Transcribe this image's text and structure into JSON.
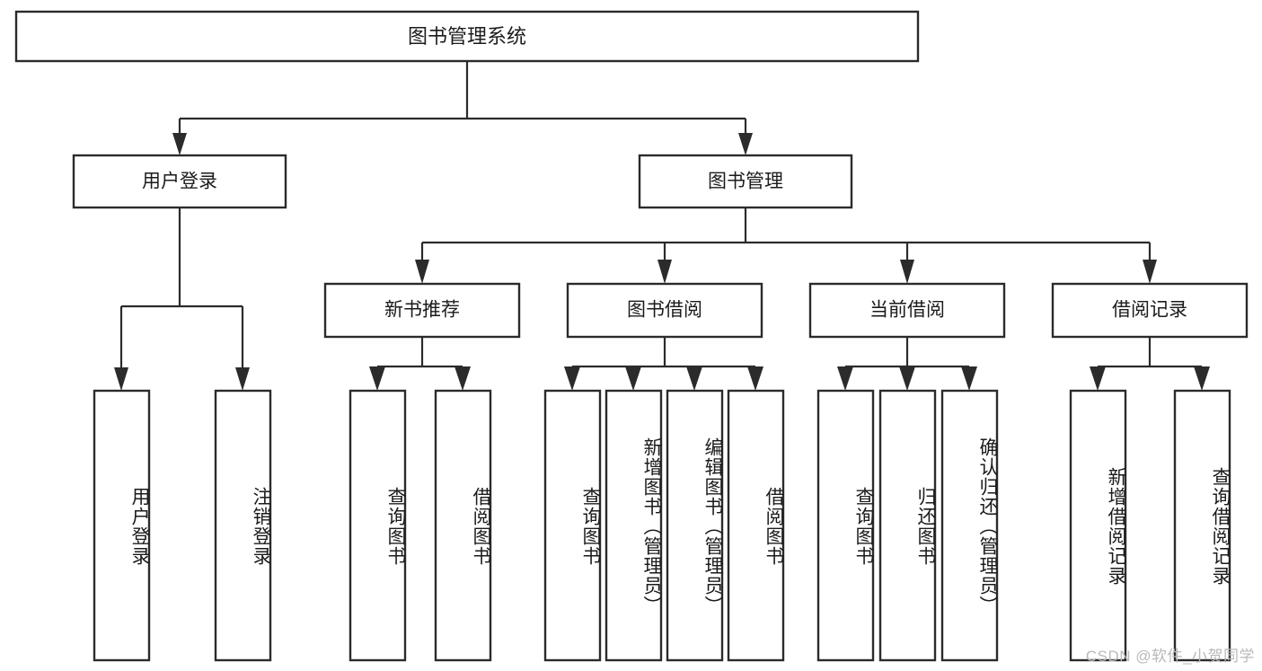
{
  "diagram": {
    "type": "hierarchy-tree",
    "title": "图书管理系统",
    "watermark": "CSDN @软件_小贺同学",
    "colors": {
      "background": "#ffffff",
      "stroke": "#2b2b2b",
      "text": "#1b1b1b",
      "watermark": "#b9b9b9"
    },
    "levels": {
      "root": "图书管理系统",
      "level2": [
        "用户登录",
        "图书管理"
      ],
      "level3": [
        "新书推荐",
        "图书借阅",
        "当前借阅",
        "借阅记录"
      ]
    },
    "nodes": {
      "root": {
        "label": "图书管理系统"
      },
      "user_login": {
        "label": "用户登录"
      },
      "book_manage": {
        "label": "图书管理"
      },
      "new_book_rec": {
        "label": "新书推荐"
      },
      "book_borrow": {
        "label": "图书借阅"
      },
      "current_borrow": {
        "label": "当前借阅"
      },
      "borrow_record": {
        "label": "借阅记录"
      }
    },
    "leaves": {
      "user_login": [
        {
          "label": "用户登录"
        },
        {
          "label": "注销登录"
        }
      ],
      "new_book_rec": [
        {
          "label": "查询图书"
        },
        {
          "label": "借阅图书"
        }
      ],
      "book_borrow": [
        {
          "label": "查询图书"
        },
        {
          "label": "新增图书（管理员）"
        },
        {
          "label": "编辑图书（管理员）"
        },
        {
          "label": "借阅图书"
        }
      ],
      "current_borrow": [
        {
          "label": "查询图书"
        },
        {
          "label": "归还图书"
        },
        {
          "label": "确认归还（管理员）"
        }
      ],
      "borrow_record": [
        {
          "label": "新增借阅记录"
        },
        {
          "label": "查询借阅记录"
        }
      ]
    }
  }
}
